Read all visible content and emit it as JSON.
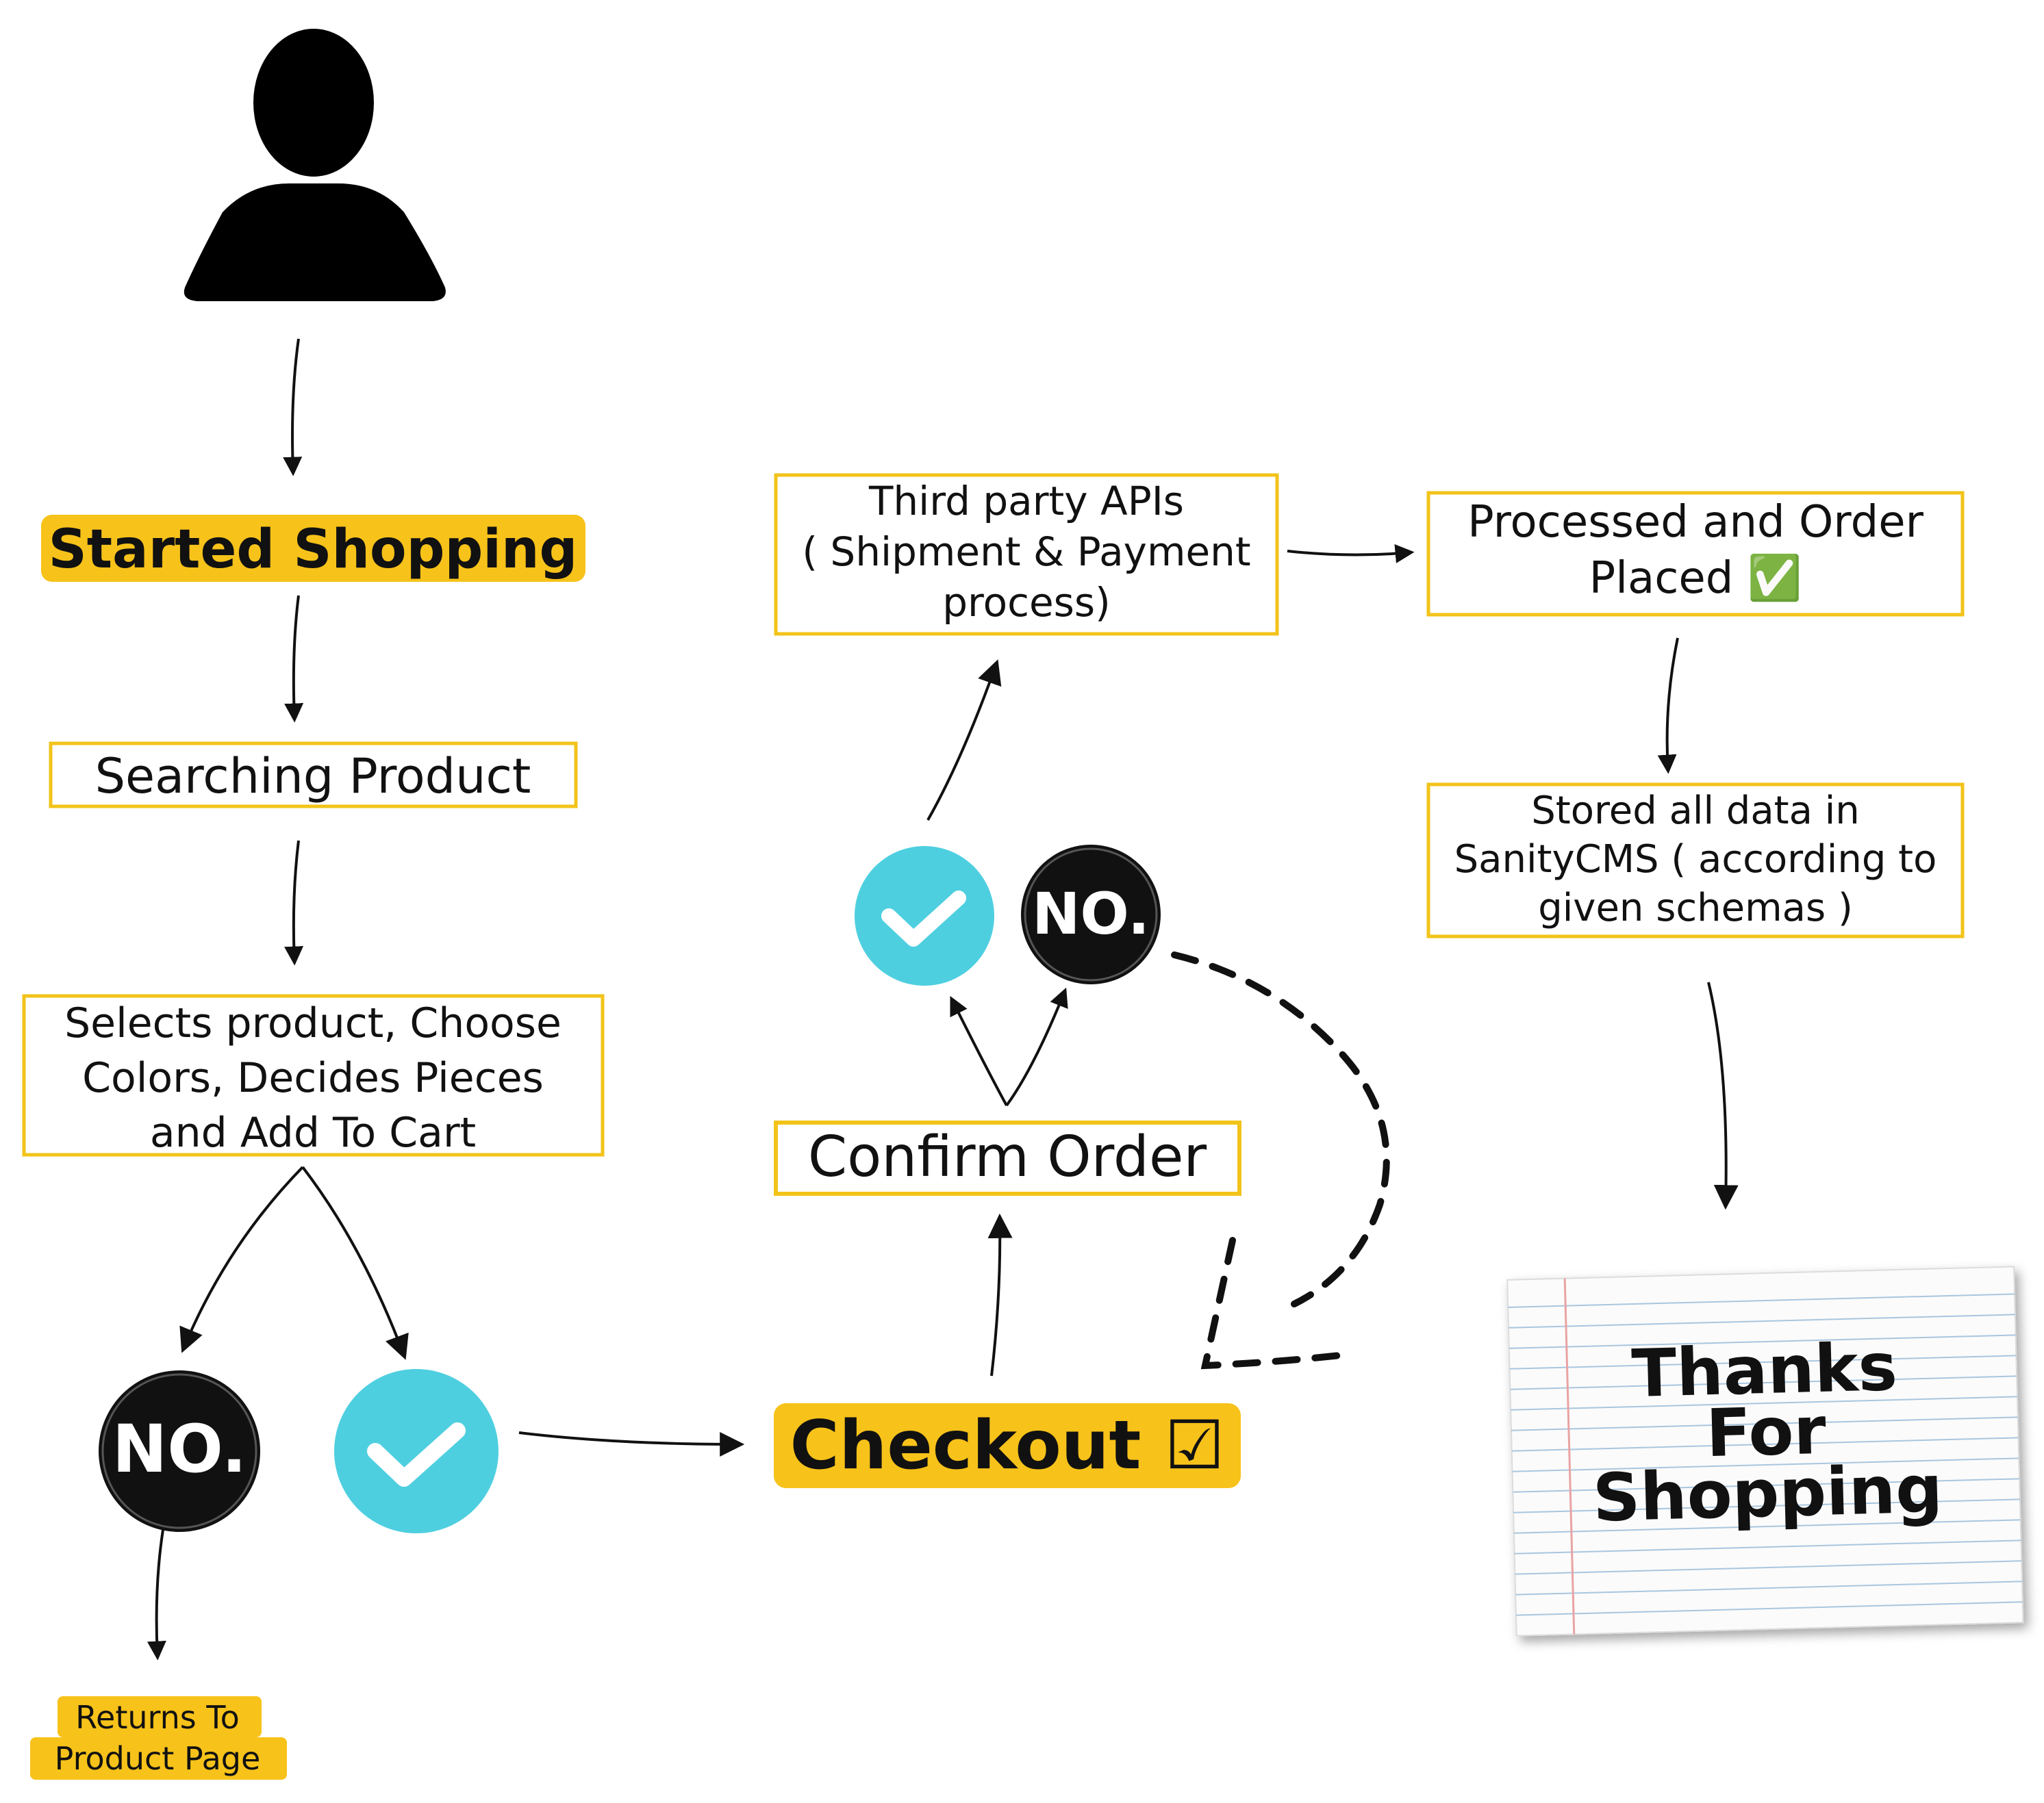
{
  "nodes": {
    "started_shopping": "Started Shopping",
    "searching_product": "Searching Product",
    "selects_product": [
      "Selects product, Choose",
      "Colors, Decides Pieces",
      "and Add To Cart"
    ],
    "no_badge": "NO.",
    "returns": [
      "Returns To",
      "Product Page"
    ],
    "checkout": "Checkout ☑",
    "confirm_order": "Confirm Order",
    "third_party": [
      "Third party APIs",
      "( Shipment & Payment",
      "process)"
    ],
    "processed": [
      "Processed and Order",
      "Placed ✅"
    ],
    "stored": [
      "Stored all data in",
      "SanityCMS ( according to",
      "given schemas )"
    ],
    "thanks": [
      "Thanks",
      "For",
      "Shopping"
    ]
  },
  "colors": {
    "highlight": "#F7C21A",
    "box_border": "#F2C319",
    "check_circle": "#4ECFE0",
    "no_badge": "#111111",
    "paper_line": "#A9C6DE",
    "paper_margin": "#E9A3A3"
  },
  "icons": [
    "user-icon",
    "check-icon",
    "no-badge-icon"
  ]
}
